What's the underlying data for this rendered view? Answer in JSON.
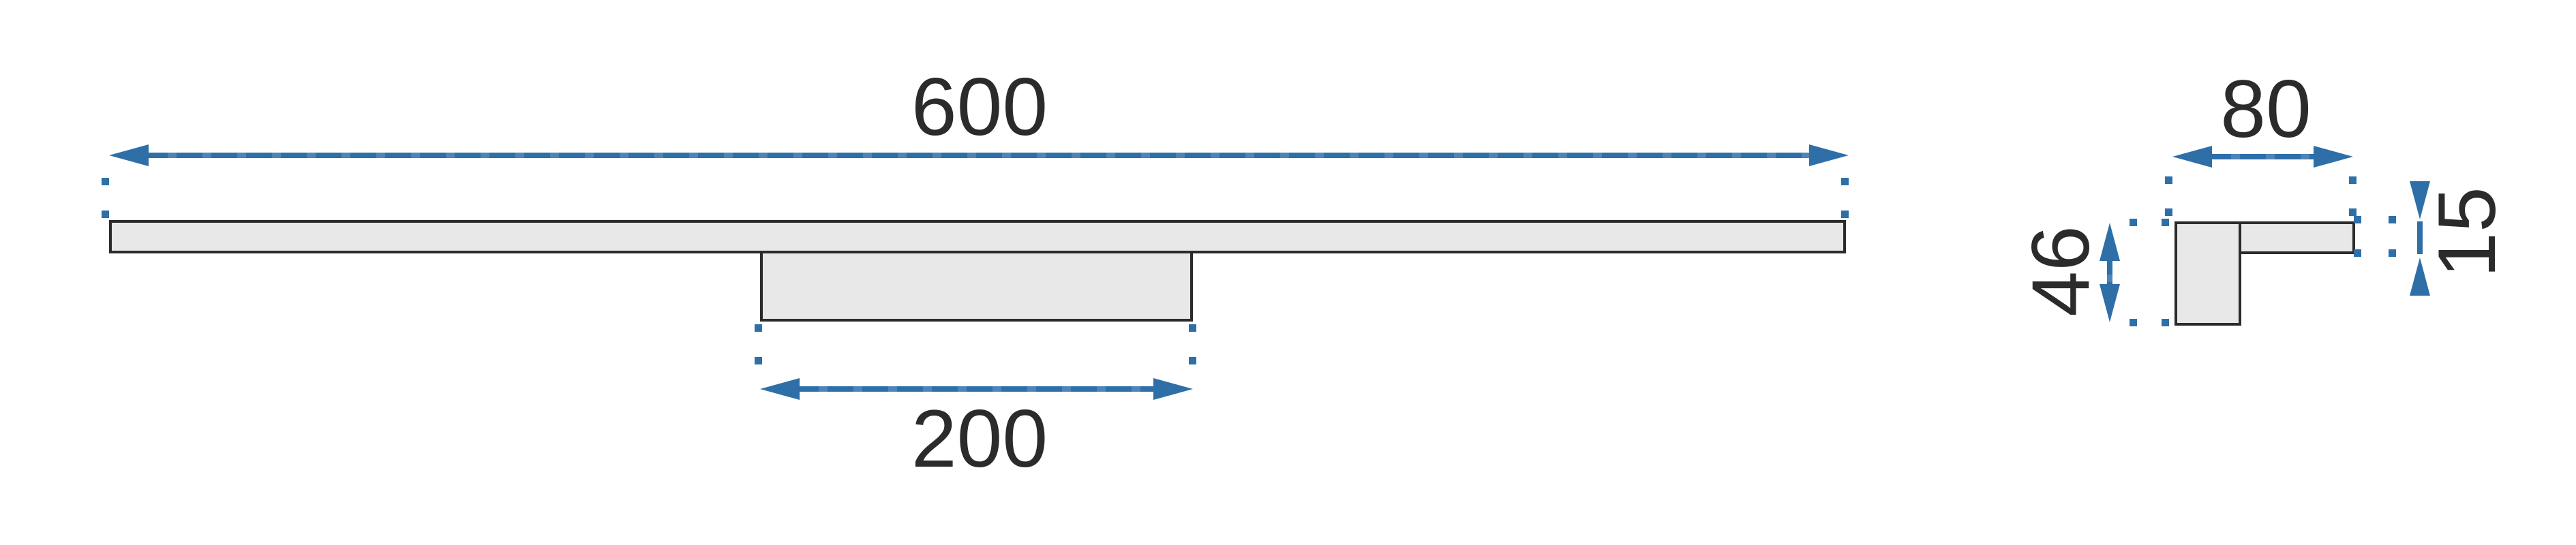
{
  "diagram": {
    "type": "technical-dimension-drawing",
    "background": "#FFFFFF"
  },
  "front_view": {
    "length_label": "600",
    "bracket_label": "200"
  },
  "side_view": {
    "width_label": "80",
    "height_label": "46",
    "thickness_label": "15"
  },
  "colors": {
    "dimension_blue": "#2E6FA8",
    "dimension_blue_light": "#4E84B6",
    "shape_fill": "#E8E8E8",
    "shape_stroke": "#2B2B2B",
    "label_text": "#2B2B2B",
    "page_bg": "#FFFFFF"
  }
}
